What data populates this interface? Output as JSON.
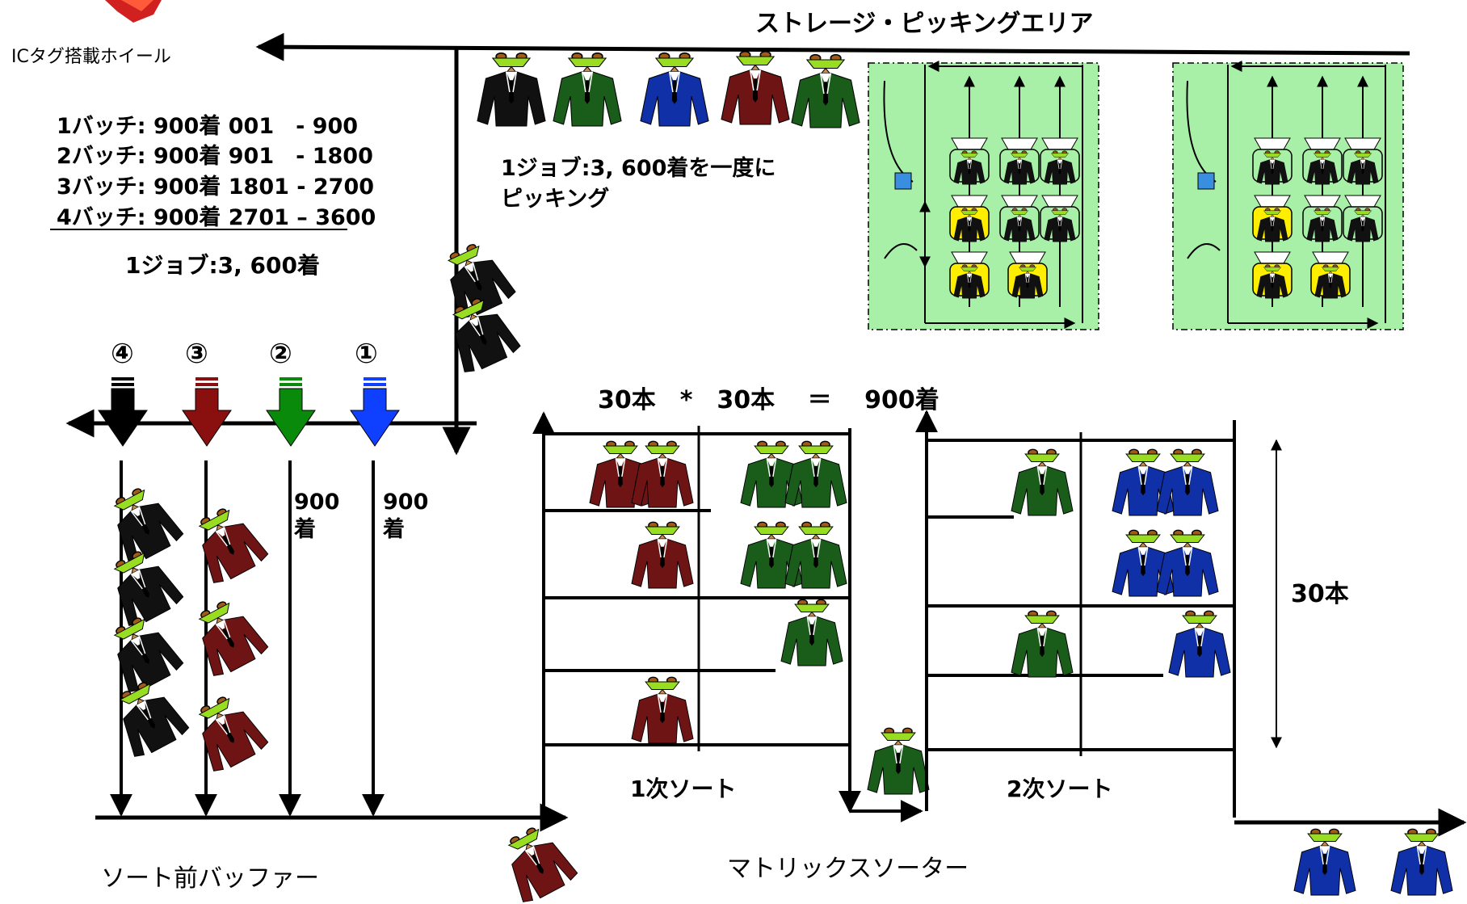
{
  "titles": {
    "storage_area": "ストレージ・ピッキングエリア",
    "ic_tag_wheel": "ICタグ搭載ホイール",
    "pre_sort_buffer": "ソート前バッファー",
    "matrix_sorter": "マトリックスソーター"
  },
  "batches": [
    {
      "label": "1バッチ: 900着 001　- 900"
    },
    {
      "label": "2バッチ: 900着 901　- 1800"
    },
    {
      "label": "3バッチ: 900着 1801 - 2700"
    },
    {
      "label": "4バッチ: 900着 2701 – 3600"
    }
  ],
  "job_total": "1ジョブ:3, 600着",
  "job_picking": "1ジョブ:3, 600着を一度に\nピッキング",
  "lanes": {
    "numbers": [
      "④",
      "③",
      "②",
      "①"
    ],
    "qty_1": "900\n着",
    "qty_2": "900\n着"
  },
  "matrix": {
    "equation": "30本　*　30本　 ＝　 900着",
    "height_label": "30本",
    "sort1": "1次ソート",
    "sort2": "2次ソート"
  },
  "colors": {
    "black_suit": "#111111",
    "green_suit": "#1a5c1a",
    "blue_suit": "#1030a8",
    "red_suit": "#6e1414",
    "lime_hanger": "#99dd22",
    "pick_bg": "#a8f0a8",
    "pick_yellow": "#ffee00",
    "arrow_blue": "#1040ff",
    "arrow_green": "#0a8a0a",
    "arrow_red": "#8a1010",
    "arrow_black": "#000000"
  }
}
